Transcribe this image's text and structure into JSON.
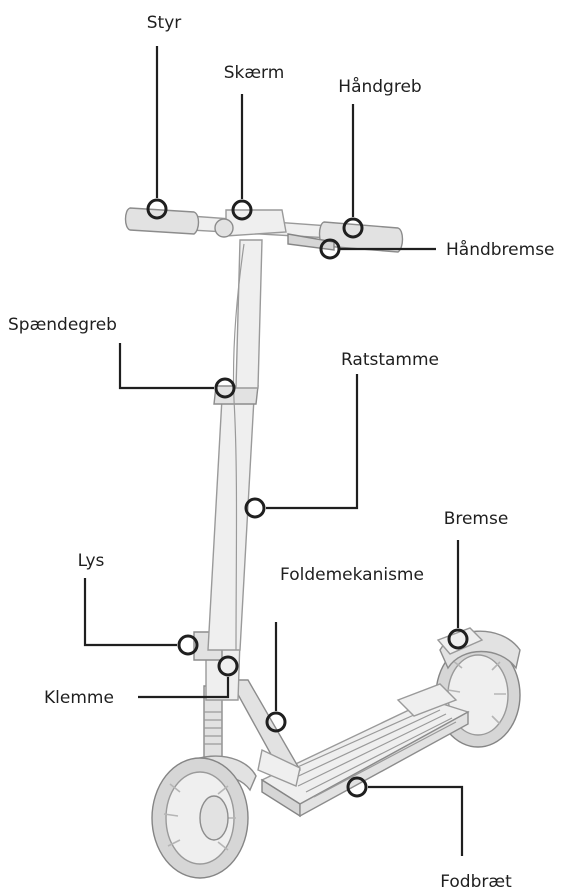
{
  "labels": {
    "styr": "Styr",
    "skaerm": "Skærm",
    "haandgreb": "Håndgreb",
    "haandbremse": "Håndbremse",
    "spaendegreb": "Spændegreb",
    "ratstamme": "Ratstamme",
    "bremse": "Bremse",
    "lys": "Lys",
    "foldemekanisme": "Foldemekanisme",
    "klemme": "Klemme",
    "fodbraet": "Fodbræt"
  }
}
